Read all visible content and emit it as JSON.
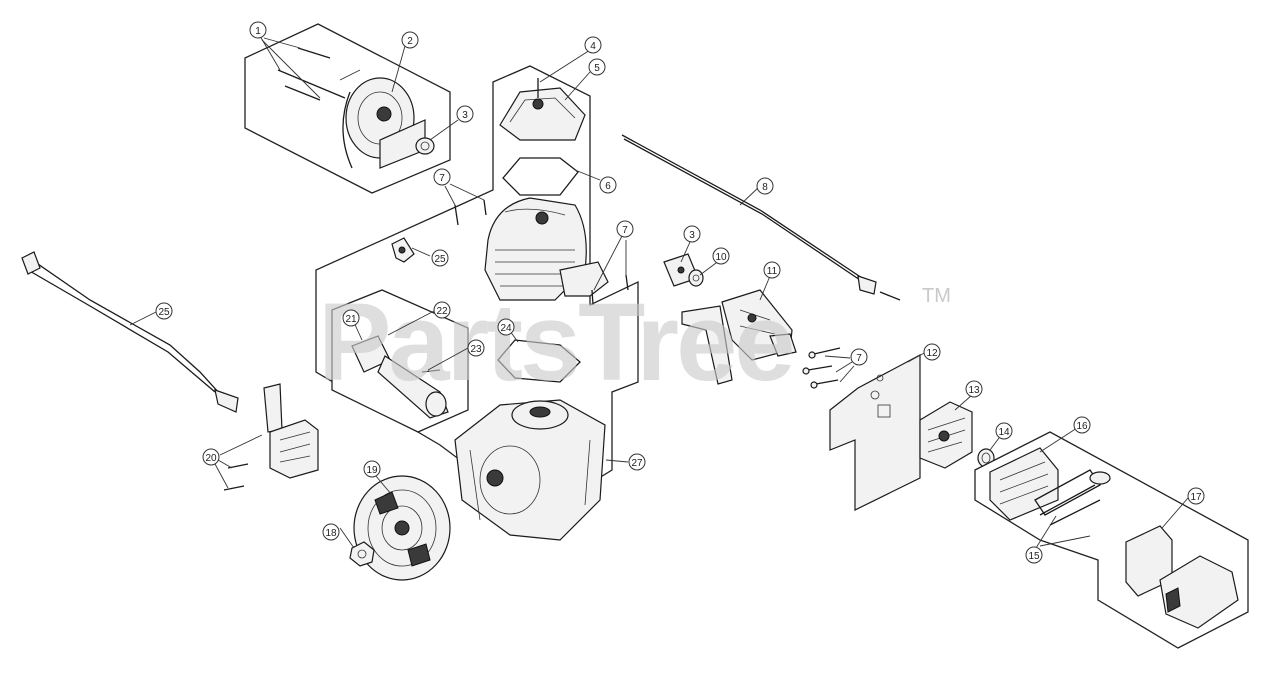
{
  "watermark": {
    "text": "PartsTree",
    "trademark": "TM"
  },
  "callouts": [
    {
      "id": "c1a",
      "number": "1"
    },
    {
      "id": "c2",
      "number": "2"
    },
    {
      "id": "c3a",
      "number": "3"
    },
    {
      "id": "c4",
      "number": "4"
    },
    {
      "id": "c5",
      "number": "5"
    },
    {
      "id": "c6",
      "number": "6"
    },
    {
      "id": "c7a",
      "number": "7"
    },
    {
      "id": "c7b",
      "number": "7"
    },
    {
      "id": "c7c",
      "number": "7"
    },
    {
      "id": "c8",
      "number": "8"
    },
    {
      "id": "c3b",
      "number": "3"
    },
    {
      "id": "c10",
      "number": "10"
    },
    {
      "id": "c11",
      "number": "11"
    },
    {
      "id": "c12",
      "number": "12"
    },
    {
      "id": "c13",
      "number": "13"
    },
    {
      "id": "c14",
      "number": "14"
    },
    {
      "id": "c15",
      "number": "15"
    },
    {
      "id": "c16",
      "number": "16"
    },
    {
      "id": "c17",
      "number": "17"
    },
    {
      "id": "c18",
      "number": "18"
    },
    {
      "id": "c19",
      "number": "19"
    },
    {
      "id": "c20",
      "number": "20"
    },
    {
      "id": "c21",
      "number": "21"
    },
    {
      "id": "c22",
      "number": "22"
    },
    {
      "id": "c23",
      "number": "23"
    },
    {
      "id": "c24",
      "number": "24"
    },
    {
      "id": "c25a",
      "number": "25"
    },
    {
      "id": "c25b",
      "number": "25"
    },
    {
      "id": "c27",
      "number": "27"
    }
  ]
}
